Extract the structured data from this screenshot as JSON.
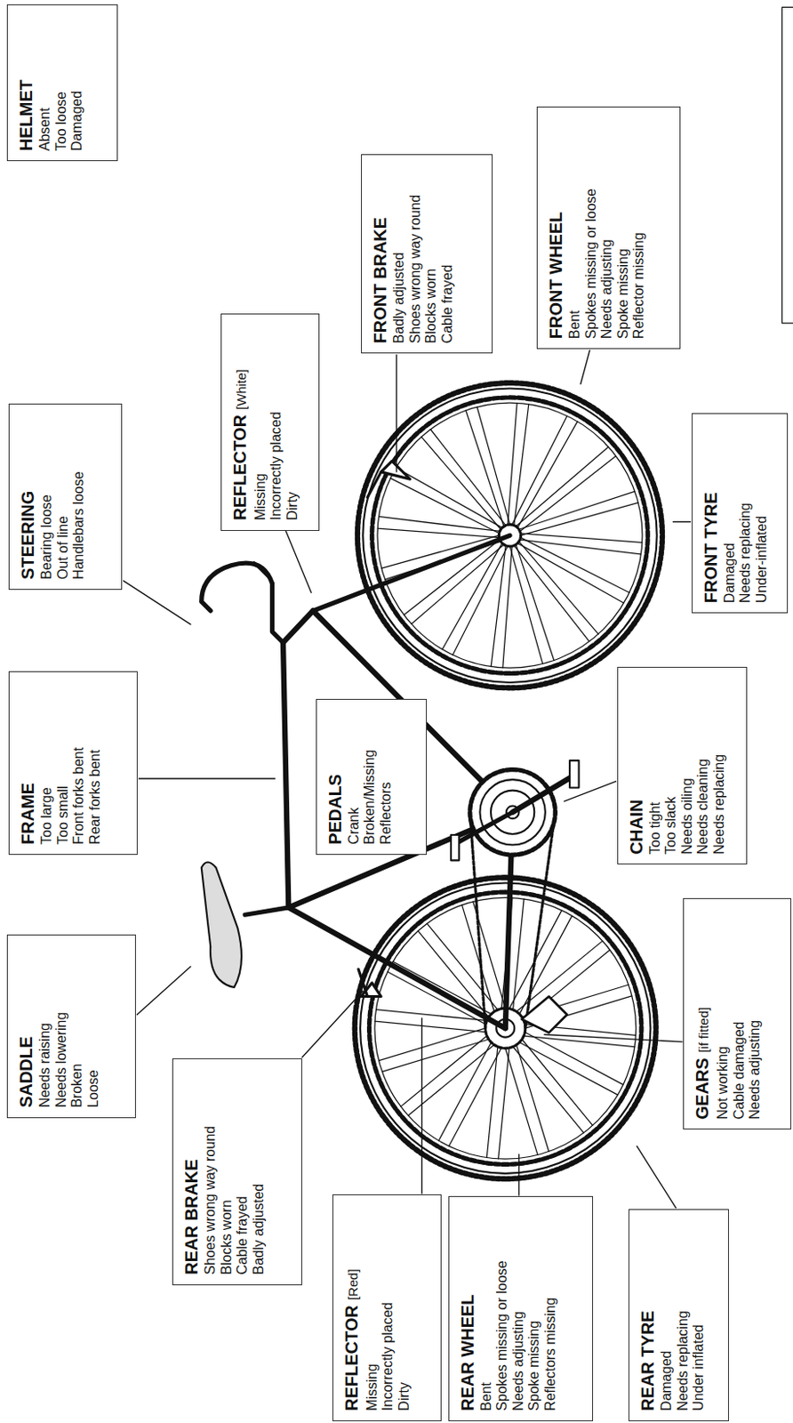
{
  "diagram": {
    "nodes": [
      {
        "text": [
          "HELMET",
          "Absent",
          "Too loose",
          "Damaged"
        ]
      },
      {
        "text": [
          "STEERING",
          "Bearing loose",
          "Out of line",
          "Handlebars loose"
        ]
      },
      {
        "text": [
          "FRAME",
          "Too large",
          "Too small",
          "Front forks bent",
          "Rear forks bent"
        ]
      },
      {
        "text": [
          "SADDLE",
          "Needs raising",
          "Needs lowering",
          "Broken",
          "Loose"
        ]
      },
      {
        "text": [
          "REFLECTOR",
          "[White]",
          "Missing",
          "Incorrectly placed",
          "Dirty"
        ]
      },
      {
        "text": [
          "FRONT BRAKE",
          "Badly adjusted",
          "Shoes wrong way round",
          "Blocks worn",
          "Cable frayed"
        ]
      },
      {
        "text": [
          "FRONT WHEEL",
          "Bent",
          "Spokes missing or loose",
          "Needs adjusting",
          "Spoke missing",
          "Reflector missing"
        ]
      },
      {
        "text": [
          "PEDALS",
          "Crank",
          "Broken/Missing",
          "Reflectors"
        ]
      },
      {
        "text": [
          "REAR BRAKE",
          "Shoes wrong way round",
          "Blocks worn",
          "Cable frayed",
          "Badly adjusted"
        ]
      },
      {
        "text": [
          "FRONT TYRE",
          "Damaged",
          "Needs replacing",
          "Under-inflated"
        ]
      },
      {
        "text": [
          "CHAIN",
          "Too tight",
          "Too slack",
          "Needs oiling",
          "Needs cleaning",
          "Needs replacing"
        ]
      },
      {
        "text": [
          "GEARS",
          "[if fitted]",
          "Not working",
          "Cable damaged",
          "Needs adjusting"
        ]
      },
      {
        "text": [
          "REFLECTOR",
          "[Red]",
          "Missing",
          "Incorrectly placed",
          "Dirty"
        ]
      },
      {
        "text": [
          "REAR WHEEL",
          "Bent",
          "Spokes missing or loose",
          "Needs adjusting",
          "Spoke missing",
          "Reflectors missing"
        ]
      },
      {
        "text": [
          "REAR TYRE",
          "Damaged",
          "Needs replacing",
          "Under inflated"
        ]
      }
    ]
  }
}
